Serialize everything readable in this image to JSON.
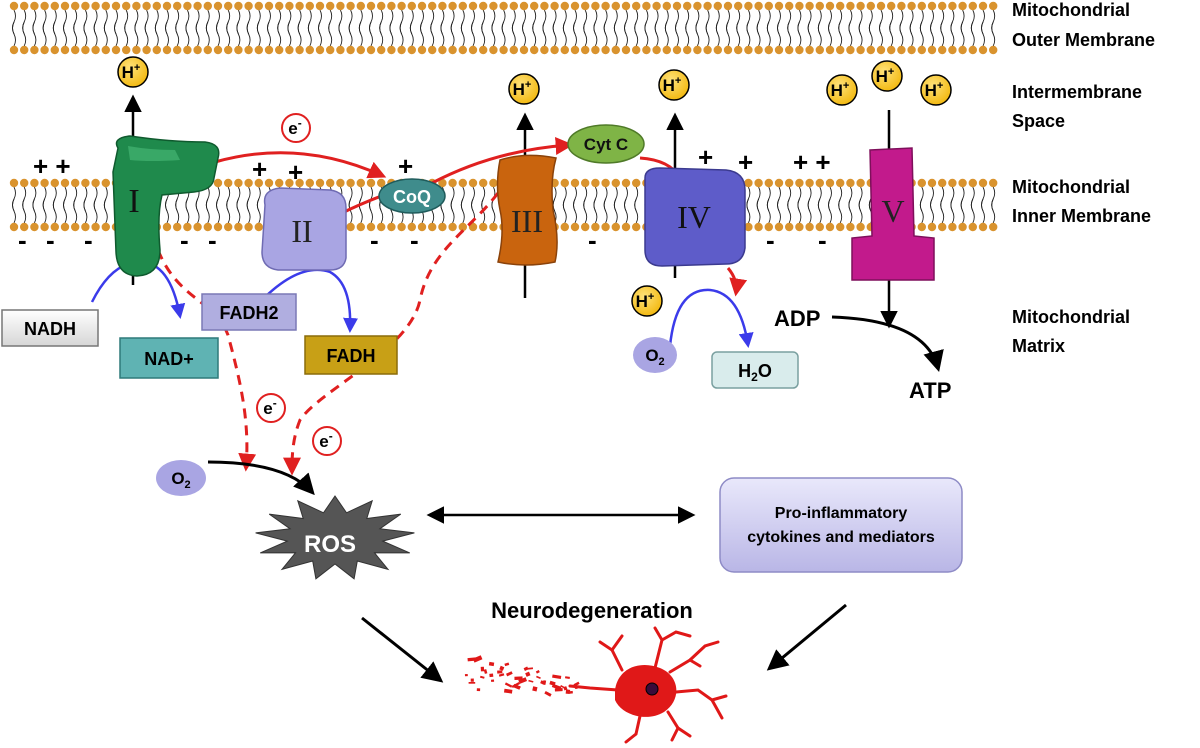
{
  "compartments": {
    "outer_membrane": [
      "Mitochondrial",
      "Outer Membrane"
    ],
    "intermembrane": [
      "Intermembrane",
      "Space"
    ],
    "inner_membrane": [
      "Mitochondrial",
      "Inner Membrane"
    ],
    "matrix": [
      "Mitochondrial",
      "Matrix"
    ]
  },
  "complexes": {
    "c1": "I",
    "c2": "II",
    "c3": "III",
    "c4": "IV",
    "c5": "V"
  },
  "carriers": {
    "coq": "CoQ",
    "cytc": "Cyt C"
  },
  "proton": {
    "base": "H",
    "sup": "+"
  },
  "electron": {
    "base": "e",
    "sup": "-"
  },
  "oxygen": {
    "base": "O",
    "sub": "2"
  },
  "water": {
    "pre": "H",
    "sub": "2",
    "post": "O"
  },
  "charges": {
    "plus_c1": "+ +",
    "plus_c2a": "+",
    "plus_c2b": "+",
    "plus_coq": "+",
    "plus_c4a": "+",
    "plus_c4b": "+",
    "plus_c5": "+ +",
    "minus": "-"
  },
  "substrates": {
    "nadh": "NADH",
    "nad": "NAD+",
    "fadh2": "FADH2",
    "fadh": "FADH",
    "adp": "ADP",
    "atp": "ATP"
  },
  "ros": "ROS",
  "cytokines": [
    "Pro-inflammatory",
    "cytokines and mediators"
  ],
  "outcome": "Neurodegeneration",
  "colors": {
    "membrane_head": "#d9932e",
    "c1": "#1f8a4c",
    "c2": "#a9a5e3",
    "c3": "#c9640e",
    "c4": "#5e5cc9",
    "c5": "#c21a8c",
    "coq": "#3f8c8c",
    "cytc": "#7fb446",
    "proton": "#f2b70c",
    "electron_path": "#e02020",
    "reduction_arrow": "#3b3bea",
    "neuron": "#e01818"
  }
}
